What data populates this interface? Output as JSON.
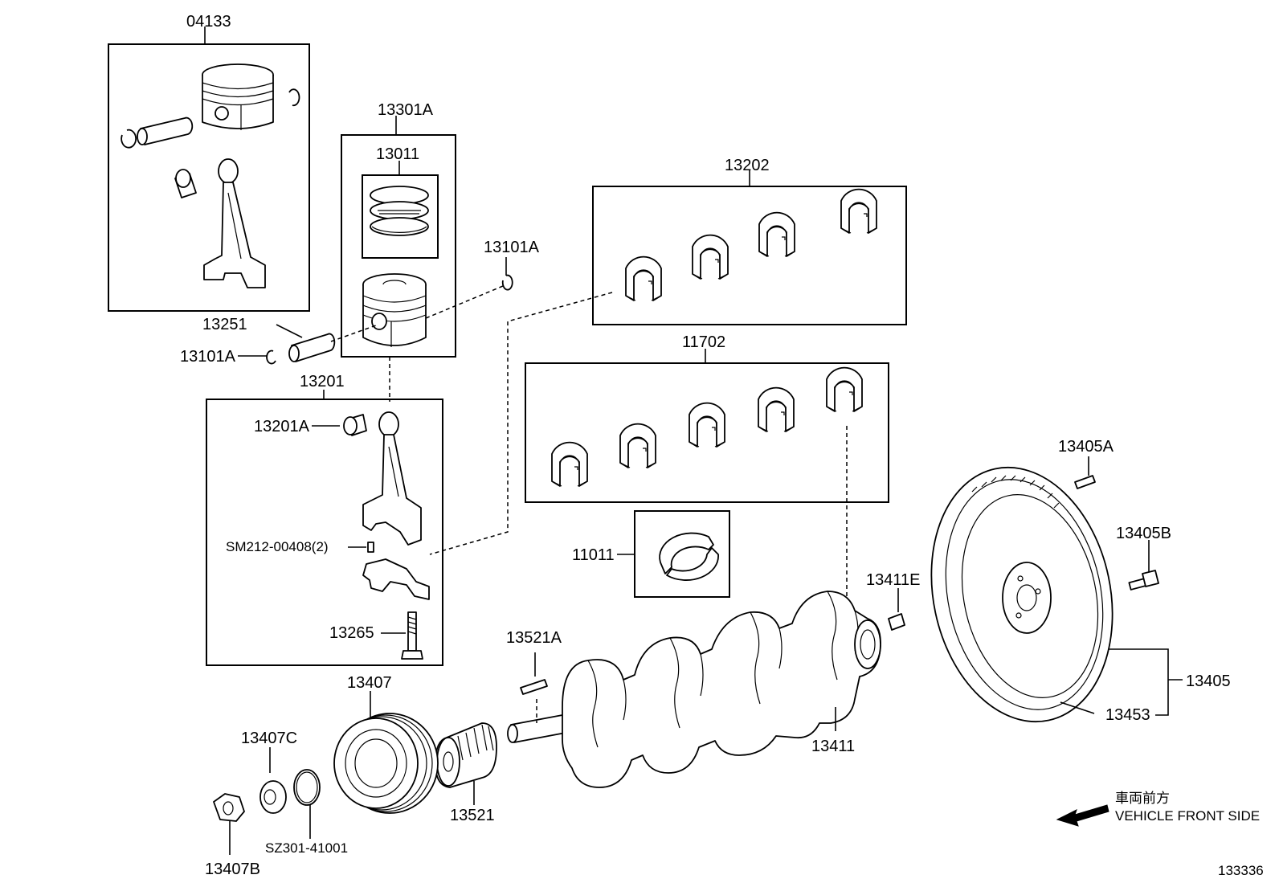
{
  "labels": {
    "p04133": "04133",
    "p13301A": "13301A",
    "p13011": "13011",
    "p13101A_top": "13101A",
    "p13202": "13202",
    "p13251": "13251",
    "p13101A_left": "13101A",
    "p11702": "11702",
    "p13201": "13201",
    "p13201A": "13201A",
    "pSM212": "SM212-00408(2)",
    "p11011": "11011",
    "p13265": "13265",
    "p13405A": "13405A",
    "p13405B": "13405B",
    "p13411E": "13411E",
    "p13521A": "13521A",
    "p13407": "13407",
    "p13407C": "13407C",
    "p13411": "13411",
    "p13405": "13405",
    "p13453": "13453",
    "p13521": "13521",
    "pSZ301": "SZ301-41001",
    "p13407B": "13407B"
  },
  "direction": {
    "jp": "車両前方",
    "en": "VEHICLE FRONT SIDE"
  },
  "figure_id": "133336",
  "icons": {
    "piston": "piston-icon",
    "connecting_rod": "connecting-rod-icon",
    "bearing": "bearing-shell-icon",
    "crankshaft": "crankshaft-icon",
    "flywheel": "flywheel-icon",
    "pulley": "pulley-icon",
    "gear": "gear-icon",
    "arrow": "arrow-left-icon"
  }
}
